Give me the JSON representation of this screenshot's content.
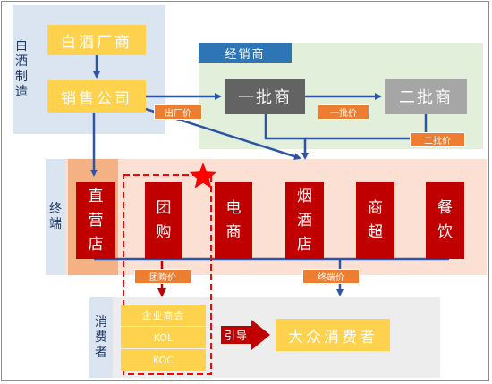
{
  "liquor": {
    "label": [
      "白",
      "酒",
      "制",
      "造"
    ],
    "producer": "白酒厂商",
    "sales": "销售公司"
  },
  "distributor": {
    "title": "经销商",
    "first": "一批商",
    "second": "二批商"
  },
  "terminal": {
    "label": [
      "终",
      "端"
    ],
    "channels": [
      {
        "name": [
          "直",
          "营",
          "店"
        ]
      },
      {
        "name": [
          "团",
          "购"
        ]
      },
      {
        "name": [
          "电",
          "商"
        ]
      },
      {
        "name": [
          "烟",
          "酒",
          "店"
        ]
      },
      {
        "name": [
          "商",
          "超"
        ]
      },
      {
        "name": [
          "餐",
          "饮"
        ]
      }
    ]
  },
  "prices": {
    "factory": "出厂价",
    "first_batch": "一批价",
    "second_batch": "二批价",
    "group": "团购价",
    "terminal": "终端价"
  },
  "consumer": {
    "label": [
      "消",
      "费",
      "者"
    ],
    "items": [
      "企业商会",
      "KOL",
      "KOC"
    ],
    "guide": "引导",
    "mass": "大众消费者"
  },
  "colors": {
    "blue_arrow": "#2e55a5",
    "orange": "#ed7d31",
    "red": "#c00000",
    "yellow": "#ffd24d",
    "star": "#ff0000"
  },
  "icons": {
    "star": "star-icon"
  }
}
